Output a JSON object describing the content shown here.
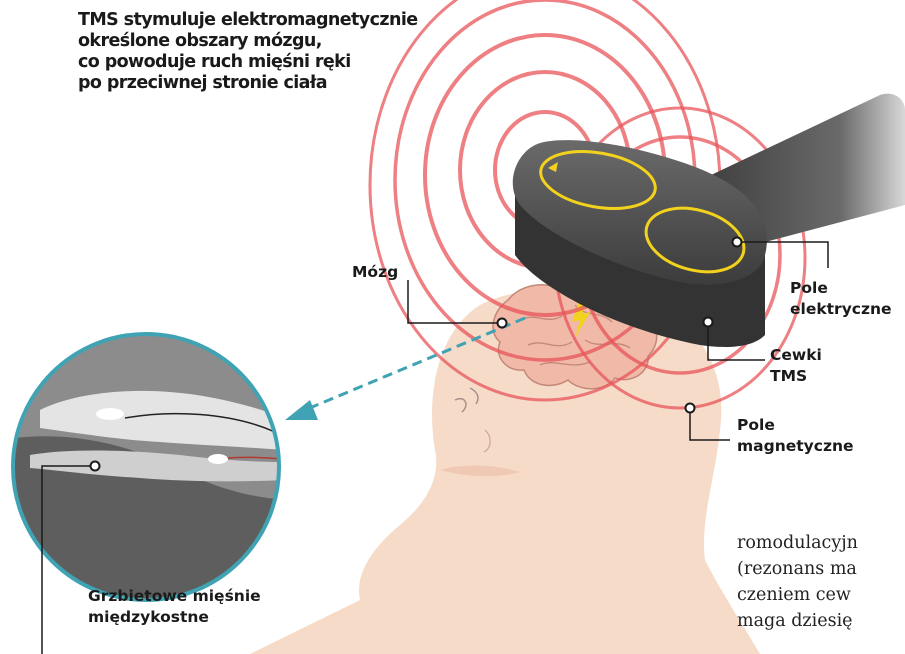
{
  "headline": [
    "TMS stymuluje elektromagnetycznie",
    "określone obszary mózgu,",
    "co powoduje ruch mięśni ręki",
    "po przeciwnej stronie ciała"
  ],
  "labels": {
    "brain": "Mózg",
    "electric_field": [
      "Pole",
      "elektryczne"
    ],
    "tms_coils": [
      "Cewki",
      "TMS"
    ],
    "magnetic_field": [
      "Pole",
      "magnetyczne"
    ],
    "muscles": [
      "Grzbietowe mięśnie",
      "międzykostne"
    ]
  },
  "body_text_fragments": [
    "romodulacyjn",
    "(rezonans ma",
    "czeniem cew",
    "maga dziesię"
  ],
  "colors": {
    "field_rings": "#e8545a",
    "skin": "#f6dbc8",
    "brain": "#f0b9a8",
    "coil_body": "#4a4a4a",
    "coil_loops": "#f2d21c",
    "pulse_arrow": "#3fa3b3",
    "inset_border": "#3fa3b3",
    "inset_fill": "#8c8c8c",
    "leader_lines": "#1a1a1a"
  }
}
